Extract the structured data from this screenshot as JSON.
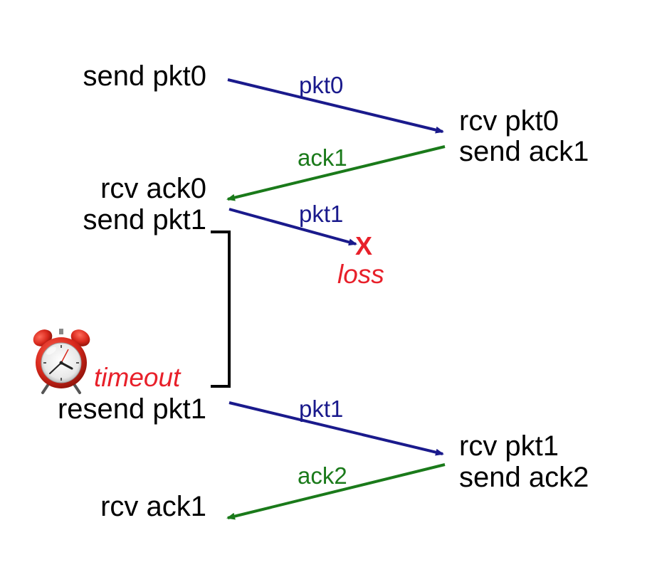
{
  "colors": {
    "packet": "#1a1a8c",
    "ack": "#1a7a1a",
    "loss": "#e8202a",
    "text": "#000000"
  },
  "sender": {
    "events": [
      "send pkt0",
      "rcv ack0",
      "send pkt1",
      "resend pkt1",
      "rcv ack1"
    ]
  },
  "receiver": {
    "events": [
      "rcv pkt0",
      "send ack1",
      "rcv pkt1",
      "send ack2"
    ]
  },
  "messages": [
    {
      "label": "pkt0",
      "kind": "packet"
    },
    {
      "label": "ack1",
      "kind": "ack"
    },
    {
      "label": "pkt1",
      "kind": "packet"
    },
    {
      "label": "pkt1",
      "kind": "packet"
    },
    {
      "label": "ack2",
      "kind": "ack"
    }
  ],
  "loss": {
    "marker": "X",
    "label": "loss"
  },
  "timeout": {
    "label": "timeout",
    "icon": "alarm-clock-icon"
  }
}
